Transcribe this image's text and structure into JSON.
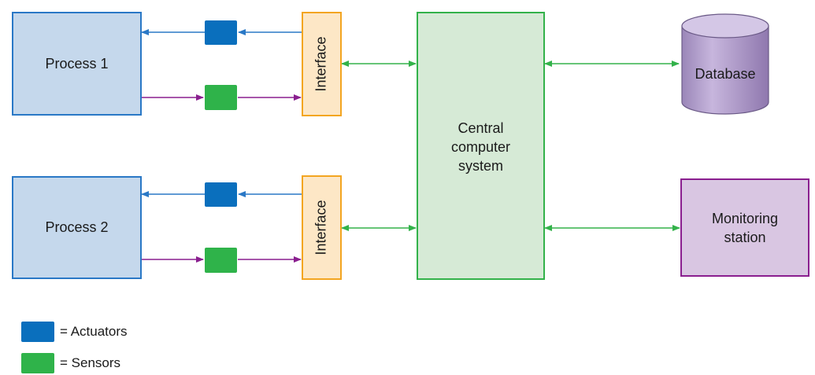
{
  "process1": {
    "label": "Process 1"
  },
  "process2": {
    "label": "Process 2"
  },
  "interface1": {
    "label": "Interface"
  },
  "interface2": {
    "label": "Interface"
  },
  "central": {
    "label": "Central\ncomputer\nsystem"
  },
  "database": {
    "label": "Database"
  },
  "monitoring": {
    "label": "Monitoring\nstation"
  },
  "legend": {
    "actuators": "= Actuators",
    "sensors": "= Sensors"
  },
  "colors": {
    "actuator": "#0a6fbd",
    "sensor": "#2fb34a",
    "actuator_line": "#2a78c6",
    "sensor_line": "#8a1f8f",
    "connection_line": "#33b24a"
  }
}
